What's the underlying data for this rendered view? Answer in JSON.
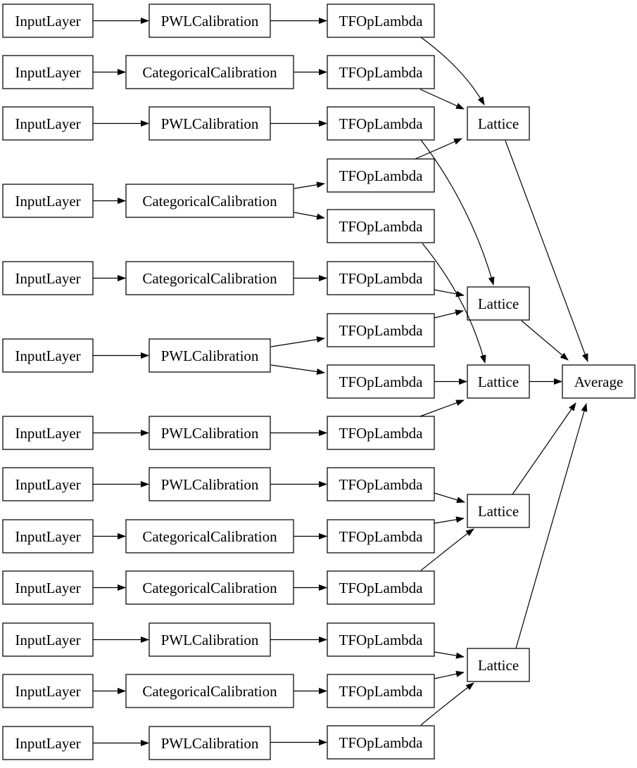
{
  "colors": {
    "background": "#ffffff",
    "node_fill": "#ffffff",
    "node_border": "#1c1c1c",
    "edge": "#000000",
    "text": "#000000"
  },
  "nodes": {
    "il1": {
      "label": "InputLayer",
      "type": "input"
    },
    "il2": {
      "label": "InputLayer",
      "type": "input"
    },
    "il3": {
      "label": "InputLayer",
      "type": "input"
    },
    "il4": {
      "label": "InputLayer",
      "type": "input"
    },
    "il5": {
      "label": "InputLayer",
      "type": "input"
    },
    "il6": {
      "label": "InputLayer",
      "type": "input"
    },
    "il7": {
      "label": "InputLayer",
      "type": "input"
    },
    "il8": {
      "label": "InputLayer",
      "type": "input"
    },
    "il9": {
      "label": "InputLayer",
      "type": "input"
    },
    "il10": {
      "label": "InputLayer",
      "type": "input"
    },
    "il11": {
      "label": "InputLayer",
      "type": "input"
    },
    "il12": {
      "label": "InputLayer",
      "type": "input"
    },
    "il13": {
      "label": "InputLayer",
      "type": "input"
    },
    "cal1": {
      "label": "PWLCalibration",
      "type": "calibration"
    },
    "cal2": {
      "label": "CategoricalCalibration",
      "type": "calibration"
    },
    "cal3": {
      "label": "PWLCalibration",
      "type": "calibration"
    },
    "cal4": {
      "label": "CategoricalCalibration",
      "type": "calibration"
    },
    "cal5": {
      "label": "CategoricalCalibration",
      "type": "calibration"
    },
    "cal6": {
      "label": "PWLCalibration",
      "type": "calibration"
    },
    "cal7": {
      "label": "PWLCalibration",
      "type": "calibration"
    },
    "cal8": {
      "label": "PWLCalibration",
      "type": "calibration"
    },
    "cal9": {
      "label": "CategoricalCalibration",
      "type": "calibration"
    },
    "cal10": {
      "label": "CategoricalCalibration",
      "type": "calibration"
    },
    "cal11": {
      "label": "PWLCalibration",
      "type": "calibration"
    },
    "cal12": {
      "label": "CategoricalCalibration",
      "type": "calibration"
    },
    "cal13": {
      "label": "PWLCalibration",
      "type": "calibration"
    },
    "t1": {
      "label": "TFOpLambda",
      "type": "lambda"
    },
    "t2": {
      "label": "TFOpLambda",
      "type": "lambda"
    },
    "t3": {
      "label": "TFOpLambda",
      "type": "lambda"
    },
    "t4": {
      "label": "TFOpLambda",
      "type": "lambda"
    },
    "t5": {
      "label": "TFOpLambda",
      "type": "lambda"
    },
    "t6": {
      "label": "TFOpLambda",
      "type": "lambda"
    },
    "t7": {
      "label": "TFOpLambda",
      "type": "lambda"
    },
    "t8": {
      "label": "TFOpLambda",
      "type": "lambda"
    },
    "t9": {
      "label": "TFOpLambda",
      "type": "lambda"
    },
    "t10": {
      "label": "TFOpLambda",
      "type": "lambda"
    },
    "t11": {
      "label": "TFOpLambda",
      "type": "lambda"
    },
    "t12": {
      "label": "TFOpLambda",
      "type": "lambda"
    },
    "t13": {
      "label": "TFOpLambda",
      "type": "lambda"
    },
    "t14": {
      "label": "TFOpLambda",
      "type": "lambda"
    },
    "t15": {
      "label": "TFOpLambda",
      "type": "lambda"
    },
    "lat1": {
      "label": "Lattice",
      "type": "lattice"
    },
    "lat2": {
      "label": "Lattice",
      "type": "lattice"
    },
    "lat3": {
      "label": "Lattice",
      "type": "lattice"
    },
    "lat4": {
      "label": "Lattice",
      "type": "lattice"
    },
    "lat5": {
      "label": "Lattice",
      "type": "lattice"
    },
    "avg": {
      "label": "Average",
      "type": "merge"
    }
  },
  "edges": [
    {
      "from": "il1",
      "to": "cal1"
    },
    {
      "from": "il2",
      "to": "cal2"
    },
    {
      "from": "il3",
      "to": "cal3"
    },
    {
      "from": "il4",
      "to": "cal4"
    },
    {
      "from": "il5",
      "to": "cal5"
    },
    {
      "from": "il6",
      "to": "cal6"
    },
    {
      "from": "il7",
      "to": "cal7"
    },
    {
      "from": "il8",
      "to": "cal8"
    },
    {
      "from": "il9",
      "to": "cal9"
    },
    {
      "from": "il10",
      "to": "cal10"
    },
    {
      "from": "il11",
      "to": "cal11"
    },
    {
      "from": "il12",
      "to": "cal12"
    },
    {
      "from": "il13",
      "to": "cal13"
    },
    {
      "from": "cal1",
      "to": "t1"
    },
    {
      "from": "cal2",
      "to": "t2"
    },
    {
      "from": "cal3",
      "to": "t3"
    },
    {
      "from": "cal4",
      "to": "t4"
    },
    {
      "from": "cal4",
      "to": "t5"
    },
    {
      "from": "cal5",
      "to": "t6"
    },
    {
      "from": "cal6",
      "to": "t7"
    },
    {
      "from": "cal6",
      "to": "t8"
    },
    {
      "from": "cal7",
      "to": "t9"
    },
    {
      "from": "cal8",
      "to": "t10"
    },
    {
      "from": "cal9",
      "to": "t11"
    },
    {
      "from": "cal10",
      "to": "t12"
    },
    {
      "from": "cal11",
      "to": "t13"
    },
    {
      "from": "cal12",
      "to": "t14"
    },
    {
      "from": "cal13",
      "to": "t15"
    },
    {
      "from": "t1",
      "to": "lat1"
    },
    {
      "from": "t2",
      "to": "lat1"
    },
    {
      "from": "t4",
      "to": "lat1"
    },
    {
      "from": "t3",
      "to": "lat2"
    },
    {
      "from": "t6",
      "to": "lat2"
    },
    {
      "from": "t7",
      "to": "lat2"
    },
    {
      "from": "t5",
      "to": "lat3"
    },
    {
      "from": "t8",
      "to": "lat3"
    },
    {
      "from": "t9",
      "to": "lat3"
    },
    {
      "from": "t10",
      "to": "lat4"
    },
    {
      "from": "t11",
      "to": "lat4"
    },
    {
      "from": "t12",
      "to": "lat4"
    },
    {
      "from": "t13",
      "to": "lat5"
    },
    {
      "from": "t14",
      "to": "lat5"
    },
    {
      "from": "t15",
      "to": "lat5"
    },
    {
      "from": "lat1",
      "to": "avg"
    },
    {
      "from": "lat2",
      "to": "avg"
    },
    {
      "from": "lat3",
      "to": "avg"
    },
    {
      "from": "lat4",
      "to": "avg"
    },
    {
      "from": "lat5",
      "to": "avg"
    }
  ]
}
